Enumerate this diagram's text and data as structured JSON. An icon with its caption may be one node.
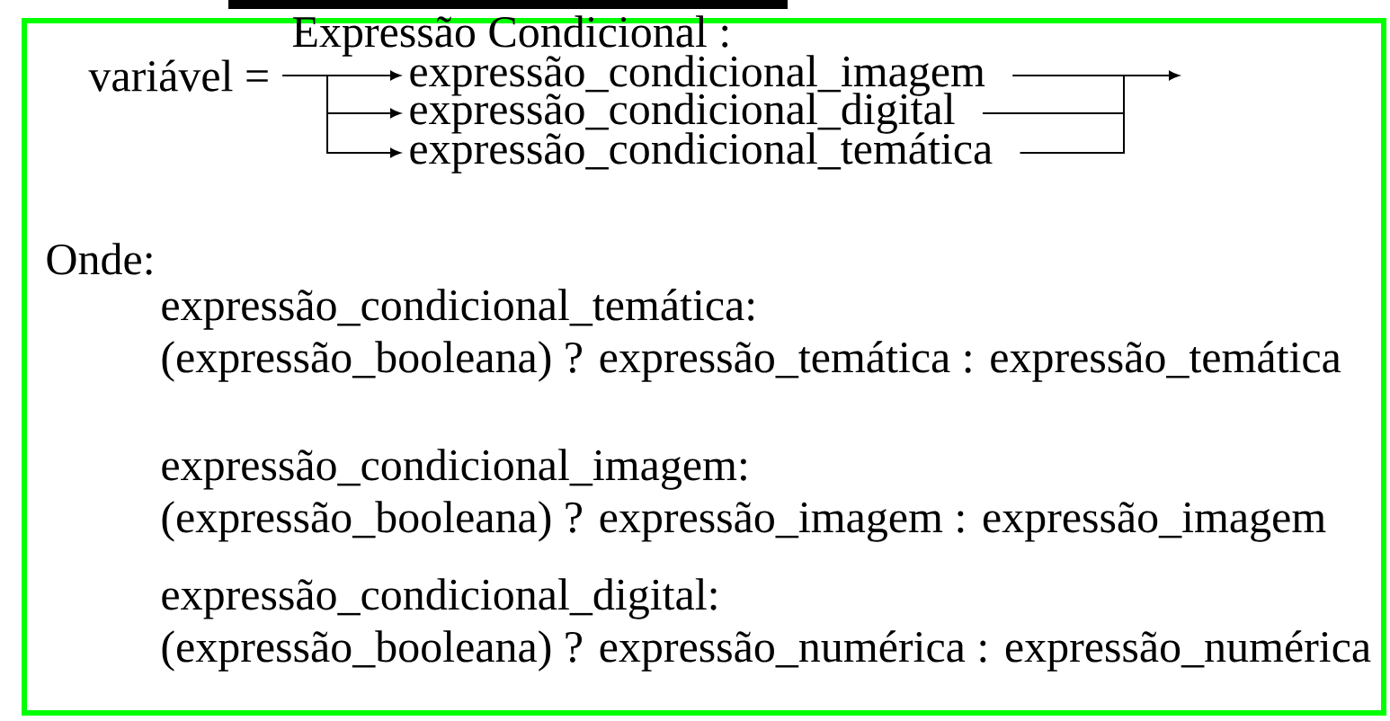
{
  "diagram": {
    "nodes": [
      {
        "text": [
          "variável ="
        ]
      },
      {
        "text": [
          "expressão_condicional_imagem"
        ]
      },
      {
        "text": [
          "expressão_condicional_digital"
        ]
      },
      {
        "text": [
          "expressão_condicional_temática"
        ]
      }
    ],
    "edges": [
      {
        "from": 0,
        "to": 1,
        "arrow": "to"
      },
      {
        "from": 0,
        "to": 2,
        "arrow": "to"
      },
      {
        "from": 0,
        "to": 3,
        "arrow": "to"
      },
      {
        "from": 1,
        "to": null,
        "arrow": "to"
      },
      {
        "from": 2,
        "to": null,
        "arrow": "to"
      },
      {
        "from": 3,
        "to": null,
        "arrow": "to"
      }
    ],
    "labels": [
      "Expressão Condicional :",
      "Onde:",
      "expressão_condicional_temática:",
      "(expressão_booleana) ? expressão_temática : expressão_temática",
      "expressão_condicional_imagem:",
      "(expressão_booleana) ? expressão_imagem : expressão_imagem",
      "expressão_condicional_digital:",
      "(expressão_booleana) ? expressão_numérica : expressão_numérica"
    ]
  }
}
